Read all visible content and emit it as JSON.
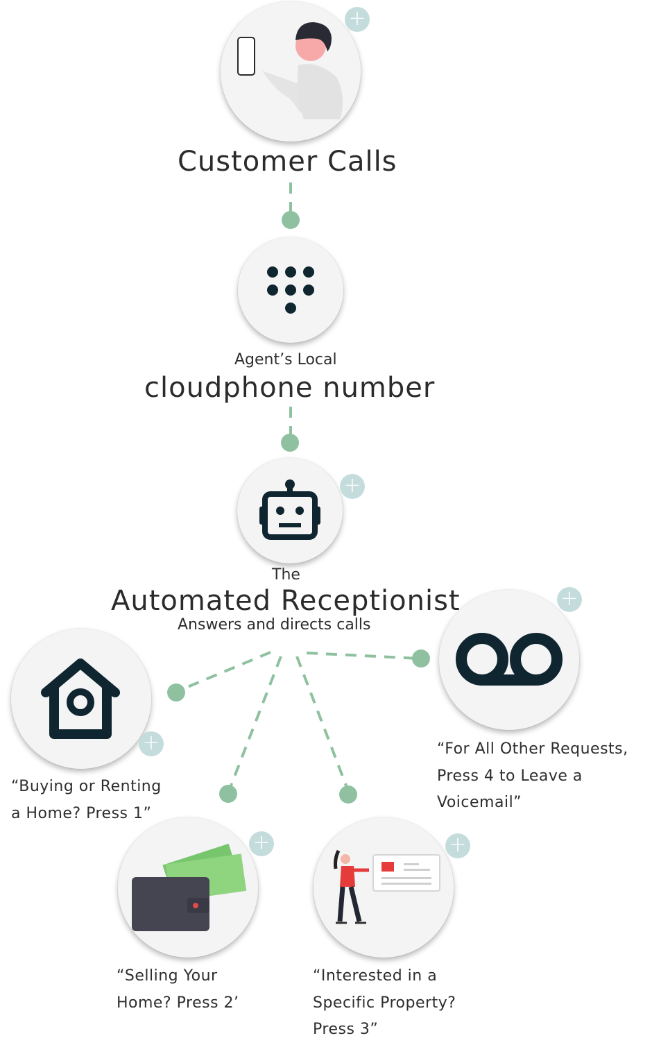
{
  "steps": {
    "customer_calls": {
      "title": "Customer Calls"
    },
    "cloudphone": {
      "caption": "Agent’s Local",
      "title": "cloudphone number"
    },
    "receptionist": {
      "caption": "The",
      "title": "Automated Receptionist",
      "subtitle": "Answers and directs calls"
    }
  },
  "options": {
    "buying": {
      "line1": "“Buying or Renting",
      "line2": "a Home? Press 1”"
    },
    "selling": {
      "line1": "“Selling Your",
      "line2": "Home? Press 2’"
    },
    "property": {
      "line1": "“Interested in a",
      "line2": "Specific Property?",
      "line3": "Press 3”"
    },
    "voicemail": {
      "line1": "“For All Other Requests,",
      "line2": "Press 4 to Leave a",
      "line3": "Voicemail”"
    }
  },
  "icons": {
    "person": "person-with-phone-icon",
    "keypad": "keypad-icon",
    "robot": "robot-icon",
    "home": "home-icon",
    "wallet": "wallet-with-cash-icon",
    "listing": "property-listing-icon",
    "voicemail": "voicemail-icon",
    "plus": "plus-icon"
  },
  "colors": {
    "connector": "#8fc1a0",
    "plus_badge": "#c5dcdd",
    "icon_dark": "#1b2a33",
    "circle_bg": "#f4f4f4"
  }
}
